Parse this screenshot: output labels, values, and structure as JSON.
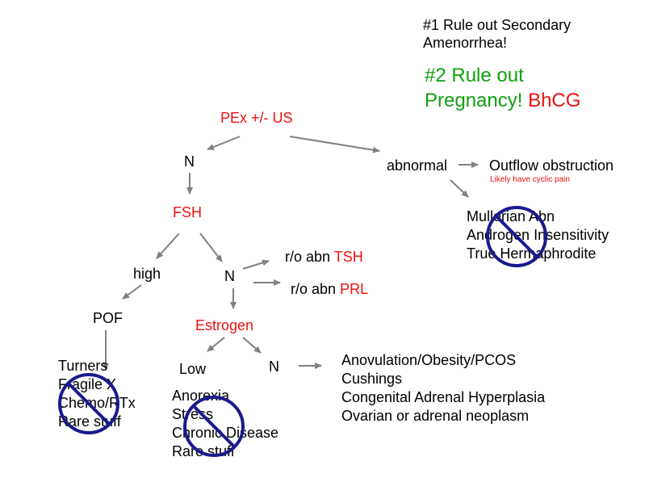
{
  "notes": {
    "secondary_line1": "#1 Rule out Secondary",
    "secondary_line2": "Amenorrhea!",
    "pregnancy_line1": "#2 Rule out",
    "pregnancy_line2": "Pregnancy!",
    "bhcg": "BhCG"
  },
  "nodes": {
    "pex": "PEx +/- US",
    "n_top": "N",
    "abnormal": "abnormal",
    "outflow": "Outflow obstruction",
    "outflow_note": "Likely have cyclic pain",
    "fsh": "FSH",
    "high": "high",
    "n_mid": "N",
    "pof": "POF",
    "ro_tsh_prefix": "r/o abn",
    "tsh": "TSH",
    "ro_prl_prefix": "r/o abn",
    "prl": "PRL",
    "estrogen": "Estrogen",
    "low": "Low",
    "n_low": "N"
  },
  "lists": {
    "mullerian": [
      "Mullerian Abn",
      "Androgen Insensitivity",
      "True Hermaphrodite"
    ],
    "turners": [
      "Turners",
      "Fragile X",
      "Chemo/RTx",
      "Rare stuff"
    ],
    "low_causes": [
      "Anorexia",
      "Stress",
      "Chronic Disease",
      "Rare stuff"
    ],
    "normal_causes": [
      "Anovulation/Obesity/PCOS",
      "Cushings",
      "Congenital Adrenal Hyperplasia",
      "Ovarian or adrenal neoplasm"
    ]
  },
  "colors": {
    "red_text": "#ee1111",
    "green_text": "#11a011",
    "arrow": "#808080",
    "stamp": "#1a1a8c"
  },
  "icons": [
    "no-sign-icon"
  ]
}
